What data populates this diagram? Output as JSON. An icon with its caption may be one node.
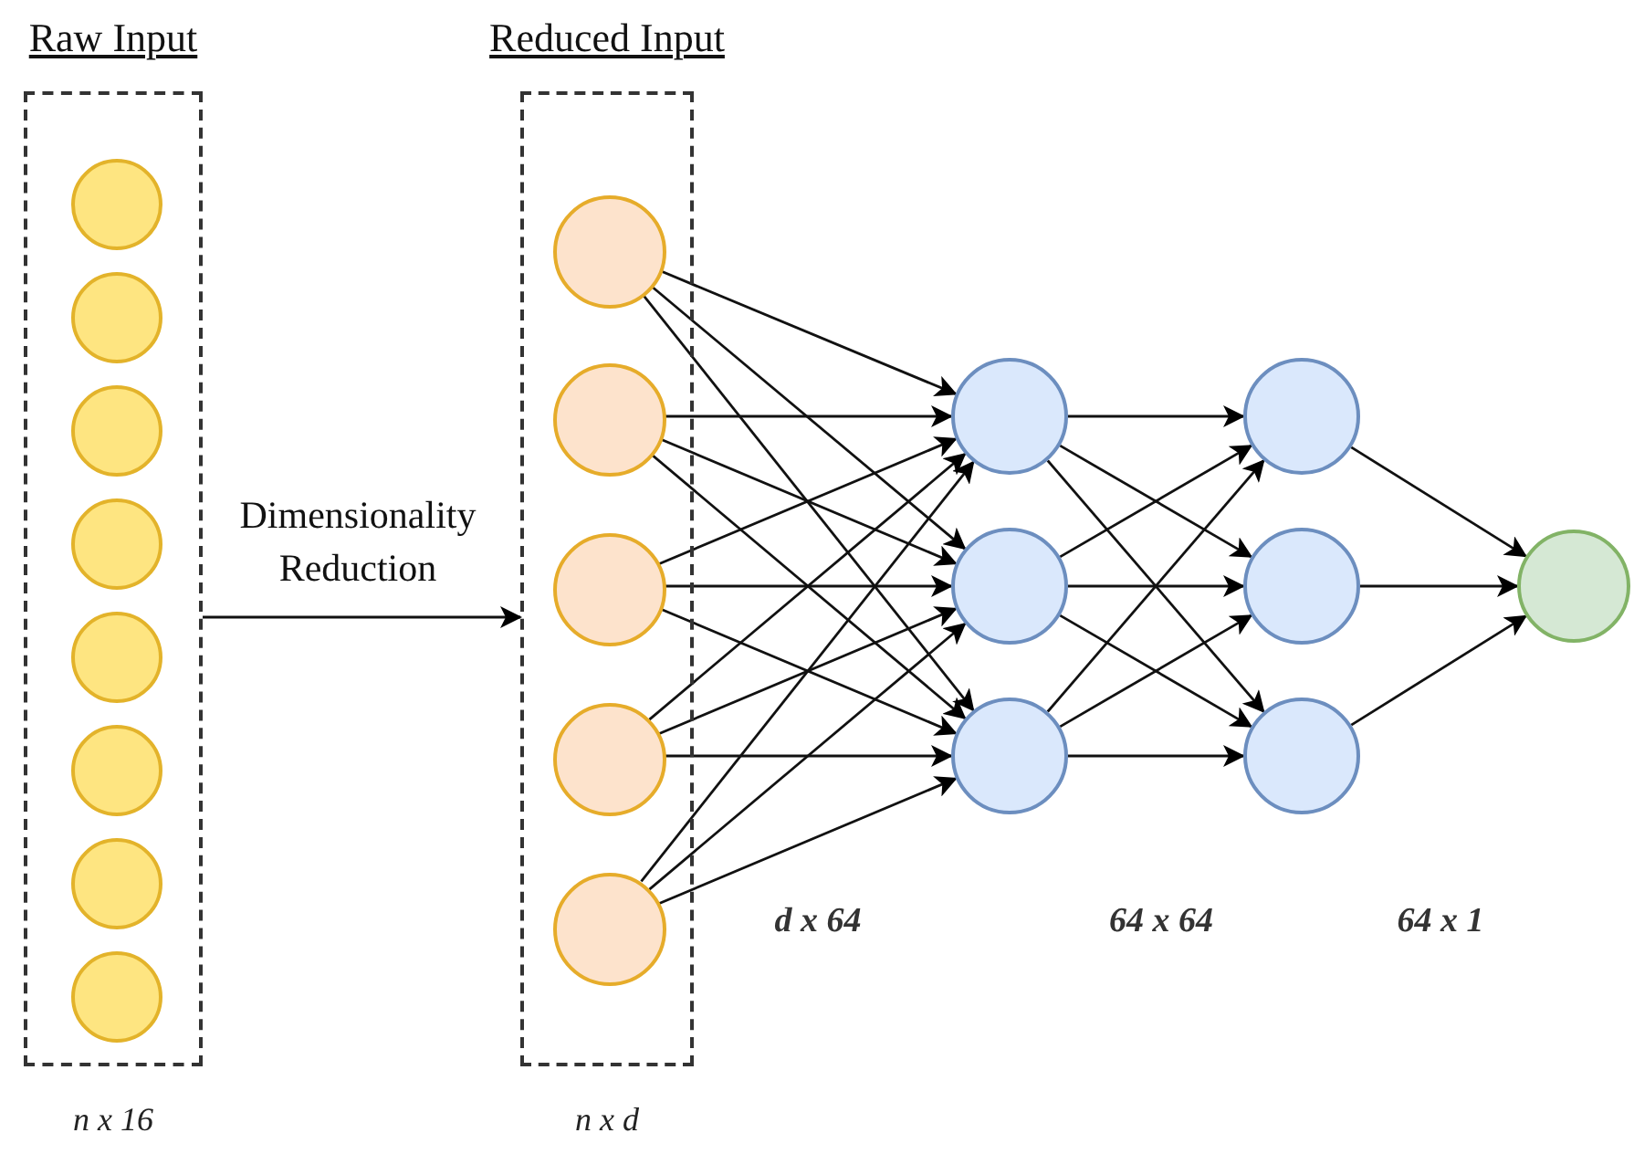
{
  "diagram": {
    "nodes": [
      {
        "text": [
          "Raw Input"
        ],
        "beside": [
          "n x 16"
        ]
      },
      {
        "text": [],
        "shape": "circle",
        "in": 0
      },
      {
        "text": [],
        "shape": "circle",
        "in": 0
      },
      {
        "text": [],
        "shape": "circle",
        "in": 0
      },
      {
        "text": [],
        "shape": "circle",
        "in": 0
      },
      {
        "text": [],
        "shape": "circle",
        "in": 0
      },
      {
        "text": [],
        "shape": "circle",
        "in": 0
      },
      {
        "text": [],
        "shape": "circle",
        "in": 0
      },
      {
        "text": [],
        "shape": "circle",
        "in": 0
      },
      {
        "text": [
          "Reduced Input"
        ],
        "beside": [
          "n x d"
        ]
      },
      {
        "text": [],
        "shape": "circle",
        "in": 9
      },
      {
        "text": [],
        "shape": "circle",
        "in": 9
      },
      {
        "text": [],
        "shape": "circle",
        "in": 9
      },
      {
        "text": [],
        "shape": "circle",
        "in": 9
      },
      {
        "text": [],
        "shape": "circle",
        "in": 9
      },
      {
        "text": [],
        "shape": "circle"
      },
      {
        "text": [],
        "shape": "circle"
      },
      {
        "text": [],
        "shape": "circle"
      },
      {
        "text": [],
        "shape": "circle"
      },
      {
        "text": [],
        "shape": "circle"
      },
      {
        "text": [],
        "shape": "circle"
      },
      {
        "text": [],
        "shape": "circle"
      }
    ],
    "edges": [
      {
        "from": 0,
        "to": 9,
        "arrow": "to",
        "label": "Dimensionality Reduction"
      },
      {
        "from": 10,
        "to": 15,
        "arrow": "to"
      },
      {
        "from": 10,
        "to": 16,
        "arrow": "to"
      },
      {
        "from": 10,
        "to": 17,
        "arrow": "to"
      },
      {
        "from": 11,
        "to": 15,
        "arrow": "to"
      },
      {
        "from": 11,
        "to": 16,
        "arrow": "to"
      },
      {
        "from": 11,
        "to": 17,
        "arrow": "to"
      },
      {
        "from": 12,
        "to": 15,
        "arrow": "to"
      },
      {
        "from": 12,
        "to": 16,
        "arrow": "to"
      },
      {
        "from": 12,
        "to": 17,
        "arrow": "to"
      },
      {
        "from": 13,
        "to": 15,
        "arrow": "to"
      },
      {
        "from": 13,
        "to": 16,
        "arrow": "to"
      },
      {
        "from": 13,
        "to": 17,
        "arrow": "to"
      },
      {
        "from": 14,
        "to": 15,
        "arrow": "to"
      },
      {
        "from": 14,
        "to": 16,
        "arrow": "to"
      },
      {
        "from": 14,
        "to": 17,
        "arrow": "to"
      },
      {
        "from": 15,
        "to": 18,
        "arrow": "to"
      },
      {
        "from": 15,
        "to": 19,
        "arrow": "to"
      },
      {
        "from": 15,
        "to": 20,
        "arrow": "to"
      },
      {
        "from": 16,
        "to": 18,
        "arrow": "to"
      },
      {
        "from": 16,
        "to": 19,
        "arrow": "to"
      },
      {
        "from": 16,
        "to": 20,
        "arrow": "to"
      },
      {
        "from": 17,
        "to": 18,
        "arrow": "to"
      },
      {
        "from": 17,
        "to": 19,
        "arrow": "to"
      },
      {
        "from": 17,
        "to": 20,
        "arrow": "to"
      },
      {
        "from": 18,
        "to": 21,
        "arrow": "to"
      },
      {
        "from": 19,
        "to": 21,
        "arrow": "to"
      },
      {
        "from": 20,
        "to": 21,
        "arrow": "to"
      }
    ],
    "labels": [
      "d x 64",
      "64 x 64",
      "64 x 1"
    ]
  }
}
